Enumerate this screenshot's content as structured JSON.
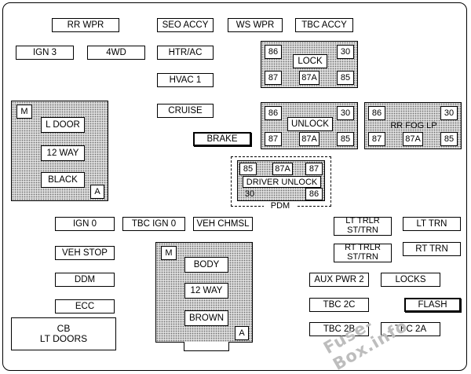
{
  "labels": {
    "rr_wpr": "RR WPR",
    "seo_accy": "SEO ACCY",
    "ws_wpr": "WS WPR",
    "tbc_accy": "TBC ACCY",
    "ign3": "IGN 3",
    "four_wd": "4WD",
    "htr_ac": "HTR/AC",
    "hvac1": "HVAC 1",
    "cruise": "CRUISE",
    "brake": "BRAKE",
    "ign0": "IGN 0",
    "tbc_ign0": "TBC IGN 0",
    "veh_chmsl": "VEH CHMSL",
    "lt_trlr_st_trn": "LT TRLR\nST/TRN",
    "lt_trn": "LT TRN",
    "rt_trlr_st_trn": "RT TRLR\nST/TRN",
    "rt_trn": "RT TRN",
    "veh_stop": "VEH STOP",
    "ddm": "DDM",
    "ecc": "ECC",
    "aux_pwr2": "AUX PWR 2",
    "locks": "LOCKS",
    "tbc_2c": "TBC 2C",
    "flash": "FLASH",
    "tbc_2b": "TBC 2B",
    "tbc_2a": "TBC 2A",
    "cb_lt_doors": "CB\nLT DOORS"
  },
  "relays": {
    "lock": {
      "name": "LOCK",
      "pins": [
        "86",
        "30",
        "87",
        "87A",
        "85"
      ]
    },
    "unlock": {
      "name": "UNLOCK",
      "pins": [
        "86",
        "30",
        "87",
        "87A",
        "85"
      ]
    },
    "rr_fog_lp": {
      "name": "RR FOG LP",
      "pins": [
        "86",
        "30",
        "87",
        "87A",
        "85"
      ]
    },
    "driver_unlock": {
      "name": "DRIVER UNLOCK",
      "pins": [
        "85",
        "87A",
        "87",
        "30",
        "86"
      ],
      "group": "PDM"
    }
  },
  "connectors": {
    "left": {
      "corner_top": "M",
      "items": [
        "L DOOR",
        "12 WAY",
        "BLACK"
      ],
      "corner_bottom": "A"
    },
    "center": {
      "corner_top": "M",
      "items": [
        "BODY",
        "12 WAY",
        "BROWN"
      ],
      "corner_bottom": "A"
    }
  },
  "watermark": "Fuse-Box.info"
}
